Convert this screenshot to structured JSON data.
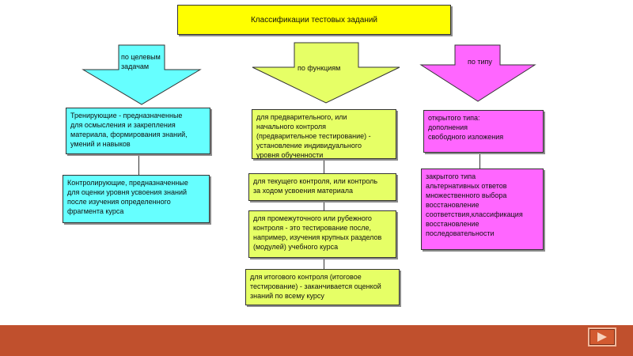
{
  "title": "Классификации тестовых заданий",
  "columns": [
    {
      "header": [
        "по целевым",
        "задачам"
      ],
      "boxes": [
        [
          "Тренирующие - предназначенные",
          "для осмысления и закрепления",
          "материала, формирования знаний,",
          "умений и навыков"
        ],
        [
          "Контролирующие, предназначенные",
          "для оценки уровня усвоения знаний",
          "после изучения определенного",
          "фрагмента курса"
        ]
      ]
    },
    {
      "header": [
        "по функциям"
      ],
      "boxes": [
        [
          "для предварительного, или",
          "начального контроля",
          "(предварительное тестирование) -",
          "установление индивидуального",
          "уровня обученности"
        ],
        [
          "для текущего контроля, или контроль",
          "за ходом усвоения материала"
        ],
        [
          "для промежуточного или рубежного",
          "контроля - это тестирование после,",
          "например, изучения крупных разделов",
          "(модулей) учебного курса"
        ],
        [
          "для итогового контроля (итоговое",
          "тестирование) - заканчивается оценкой",
          "знаний по всему курсу"
        ]
      ]
    },
    {
      "header": [
        "по типу"
      ],
      "boxes": [
        [
          "открытого типа:",
          "дополнения",
          "свободного изложения"
        ],
        [
          "закрытого типа",
          "альтернативных ответов",
          "множественного выбора",
          "восстановление",
          "соответствия,классификация",
          "восстановление",
          "последовательности"
        ]
      ]
    }
  ],
  "colors": {
    "title": "#ffff00",
    "column1": "#66ffff",
    "column2": "#e6ff66",
    "column3": "#ff66ff",
    "footer": "#c0502d"
  },
  "icons": {
    "nav_button": "play-triangle-icon"
  }
}
